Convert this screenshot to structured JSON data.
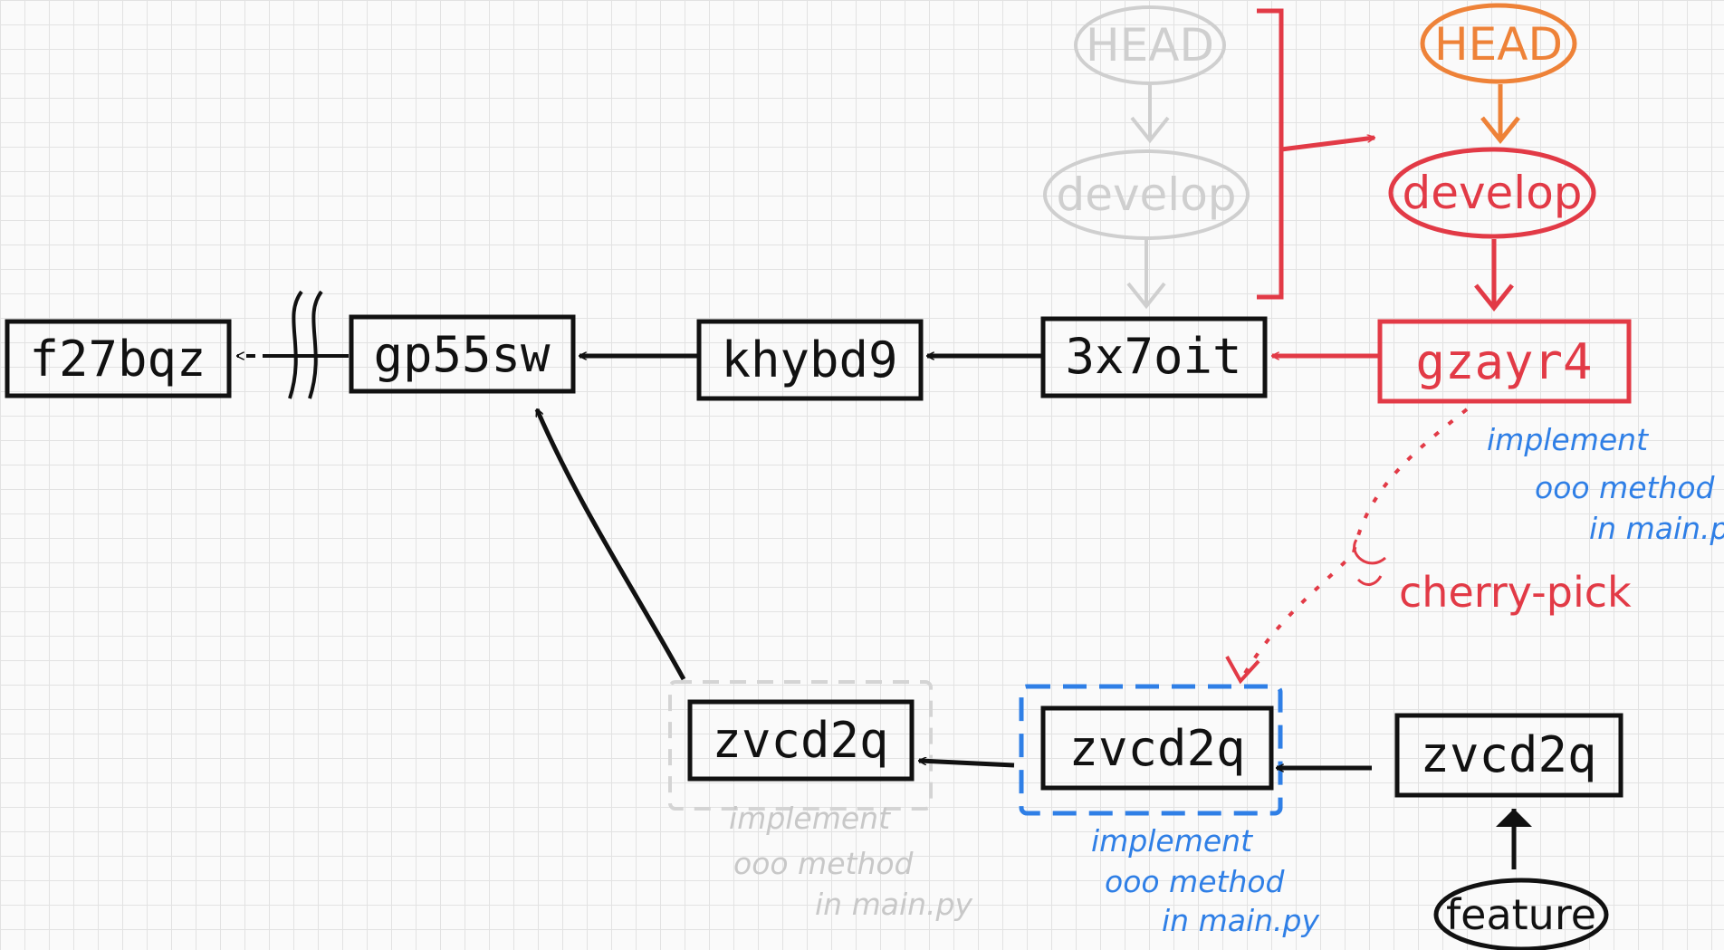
{
  "colors": {
    "ink": "#111111",
    "red": "#e23a46",
    "orange": "#ee8238",
    "blue": "#2f7fe6",
    "ghost": "#cfcfcf"
  },
  "commits": {
    "c1": "f27bqz",
    "c2": "gp55sw",
    "c3": "khybd9",
    "c4": "3x7oit",
    "c5": "gzayr4",
    "f_old": "zvcd2q",
    "f_picked": "zvcd2q",
    "f_tip": "zvcd2q"
  },
  "labels": {
    "head_old": "HEAD",
    "develop_old": "develop",
    "head_new": "HEAD",
    "develop_new": "develop",
    "feature": "feature",
    "cherry_pick": "cherry-pick"
  },
  "notes": {
    "gzayr4": [
      "implement",
      "ooo method",
      "in main.py"
    ],
    "picked": [
      "implement",
      "ooo method",
      "in main.py"
    ],
    "ghost": [
      "implement",
      "ooo method",
      "in main.py"
    ]
  }
}
